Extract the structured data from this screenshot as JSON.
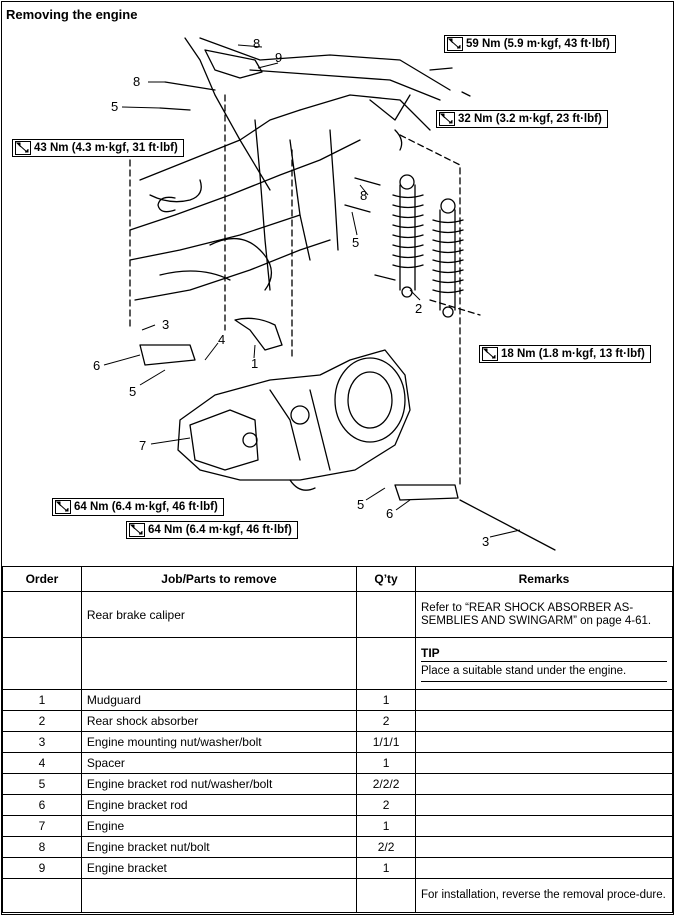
{
  "page": {
    "title": "Removing the engine"
  },
  "torque_specs": [
    {
      "label": "59 Nm (5.9 m·kgf, 43 ft·lbf)"
    },
    {
      "label": "32 Nm (3.2 m·kgf, 23 ft·lbf)"
    },
    {
      "label": "43 Nm (4.3 m·kgf, 31 ft·lbf)"
    },
    {
      "label": "18 Nm (1.8 m·kgf, 13 ft·lbf)"
    },
    {
      "label": "64 Nm (6.4 m·kgf, 46 ft·lbf)"
    },
    {
      "label": "64 Nm (6.4 m·kgf, 46 ft·lbf)"
    }
  ],
  "callouts": [
    "8",
    "9",
    "8",
    "5",
    "8",
    "5",
    "2",
    "3",
    "4",
    "1",
    "6",
    "5",
    "7",
    "5",
    "6",
    "3"
  ],
  "table": {
    "headers": {
      "order": "Order",
      "job": "Job/Parts to remove",
      "qty": "Q’ty",
      "remarks": "Remarks"
    },
    "pre_rows": [
      {
        "order": "",
        "job": "Rear brake caliper",
        "qty": "",
        "remarks": "Refer to “REAR SHOCK ABSORBER AS-SEMBLIES AND SWINGARM” on page 4-61."
      }
    ],
    "tip": {
      "heading": "TIP",
      "text": "Place a suitable stand under the engine."
    },
    "rows": [
      {
        "order": "1",
        "job": "Mudguard",
        "qty": "1",
        "remarks": ""
      },
      {
        "order": "2",
        "job": "Rear shock absorber",
        "qty": "2",
        "remarks": ""
      },
      {
        "order": "3",
        "job": "Engine mounting nut/washer/bolt",
        "qty": "1/1/1",
        "remarks": ""
      },
      {
        "order": "4",
        "job": "Spacer",
        "qty": "1",
        "remarks": ""
      },
      {
        "order": "5",
        "job": "Engine bracket rod nut/washer/bolt",
        "qty": "2/2/2",
        "remarks": ""
      },
      {
        "order": "6",
        "job": "Engine bracket rod",
        "qty": "2",
        "remarks": ""
      },
      {
        "order": "7",
        "job": "Engine",
        "qty": "1",
        "remarks": ""
      },
      {
        "order": "8",
        "job": "Engine bracket nut/bolt",
        "qty": "2/2",
        "remarks": ""
      },
      {
        "order": "9",
        "job": "Engine bracket",
        "qty": "1",
        "remarks": ""
      }
    ],
    "footer_remark": "For installation, reverse the removal proce-dure."
  }
}
